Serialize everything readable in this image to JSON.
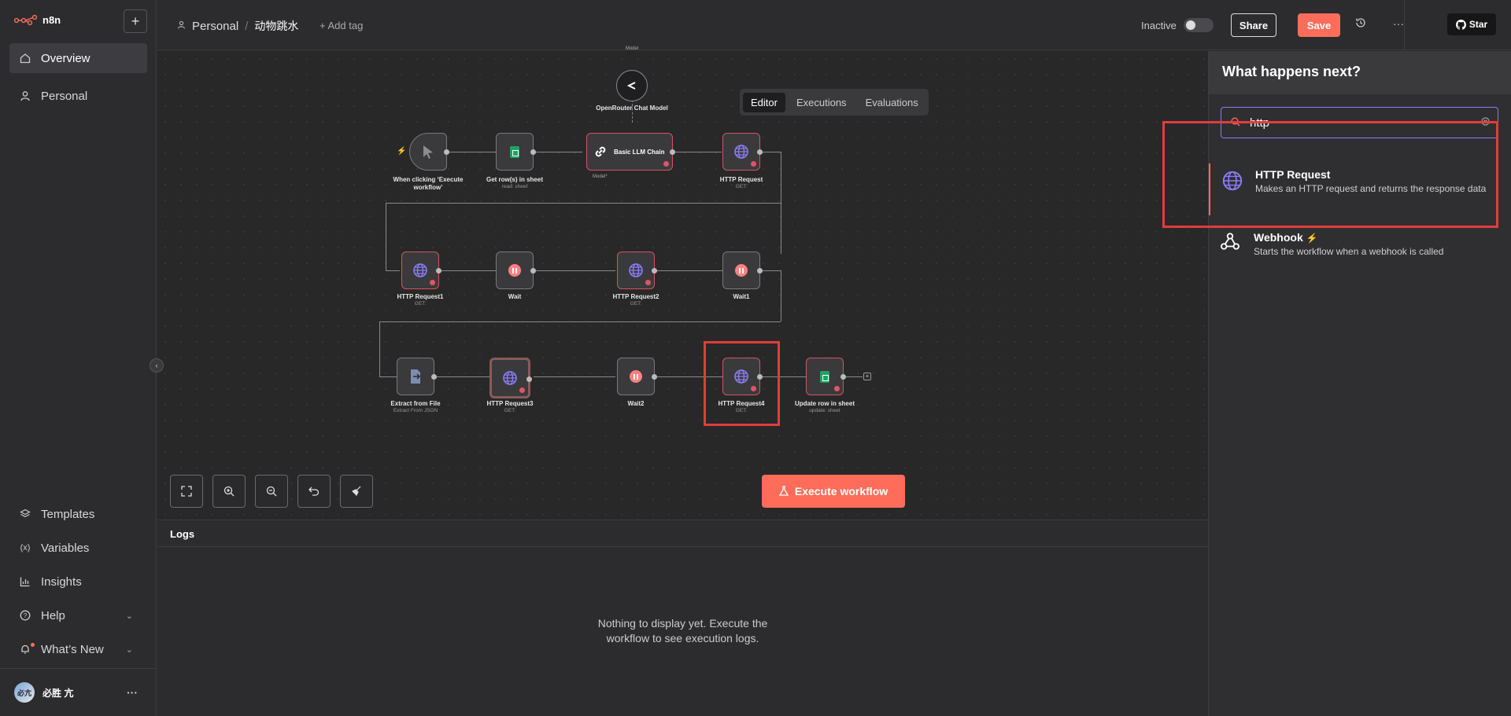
{
  "brand": "n8n",
  "sidebar": {
    "items": [
      {
        "label": "Overview",
        "icon": "home-icon"
      },
      {
        "label": "Personal",
        "icon": "user-icon"
      }
    ],
    "bottom_items": [
      {
        "label": "Templates",
        "icon": "templates-icon"
      },
      {
        "label": "Variables",
        "icon": "variables-icon"
      },
      {
        "label": "Insights",
        "icon": "insights-icon"
      },
      {
        "label": "Help",
        "icon": "help-icon"
      },
      {
        "label": "What’s New",
        "icon": "bell-icon"
      }
    ],
    "user_name": "必胜 亢",
    "avatar_text": "必亢"
  },
  "header": {
    "breadcrumb_project": "Personal",
    "workflow_name": "动物跳水",
    "add_tag": "+ Add tag",
    "status_label": "Inactive",
    "share_label": "Share",
    "save_label": "Save",
    "star_label": "Star"
  },
  "canvas": {
    "tabs": [
      "Editor",
      "Executions",
      "Evaluations"
    ],
    "active_tab": "Editor",
    "execute_label": "Execute workflow",
    "nodes": {
      "trigger": {
        "label": "When clicking ‘Execute workflow’"
      },
      "get_rows": {
        "label": "Get row(s) in sheet",
        "sub": "read: sheet"
      },
      "llm_chain": {
        "label": "Basic LLM Chain",
        "port_label": "Model*"
      },
      "openrouter": {
        "label": "OpenRouter Chat Model",
        "port_label": "Model"
      },
      "http1": {
        "label": "HTTP Request",
        "sub": "GET:"
      },
      "http_r1": {
        "label": "HTTP Request1",
        "sub": "GET:"
      },
      "wait": {
        "label": "Wait"
      },
      "http_r2": {
        "label": "HTTP Request2",
        "sub": "GET:"
      },
      "wait1": {
        "label": "Wait1"
      },
      "extract": {
        "label": "Extract from File",
        "sub": "Extract From JSON"
      },
      "http_r3": {
        "label": "HTTP Request3",
        "sub": "GET:"
      },
      "wait2": {
        "label": "Wait2"
      },
      "http_r4": {
        "label": "HTTP Request4",
        "sub": "GET:"
      },
      "update_row": {
        "label": "Update row in sheet",
        "sub": "update: sheet"
      }
    }
  },
  "logs": {
    "title": "Logs",
    "empty_line1": "Nothing to display yet. Execute the",
    "empty_line2": "workflow to see execution logs."
  },
  "panel": {
    "title": "What happens next?",
    "search_value": "http",
    "results": [
      {
        "title": "HTTP Request",
        "desc": "Makes an HTTP request and returns the response data",
        "icon": "globe-icon"
      },
      {
        "title": "Webhook",
        "desc": "Starts the workflow when a webhook is called",
        "icon": "webhook-icon"
      }
    ]
  },
  "colors": {
    "accent": "#ff6d5a",
    "highlight": "#e23c3c",
    "search_border": "#8a7cf5"
  }
}
